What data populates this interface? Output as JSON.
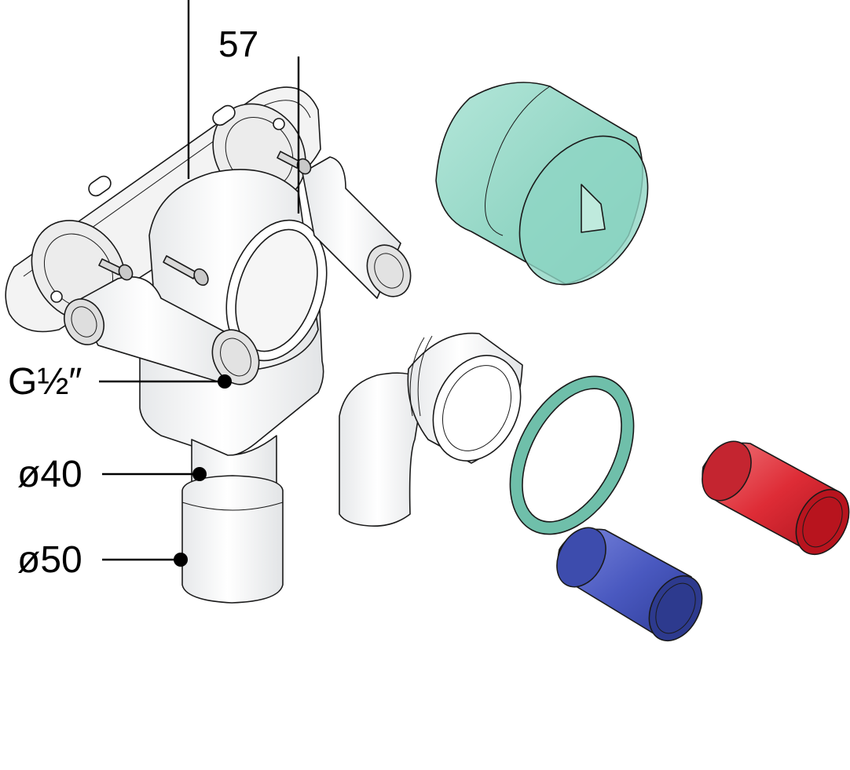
{
  "labels": {
    "dim_depth": "57",
    "thread": "G½″",
    "dia_40": "ø40",
    "dia_50": "ø50"
  },
  "colors": {
    "cap": "#86d4c0",
    "ring": "#9ed9c9",
    "blue_sleeve": "#4f5fc4",
    "red_sleeve": "#e0323c",
    "body": "#f7f7f7"
  }
}
